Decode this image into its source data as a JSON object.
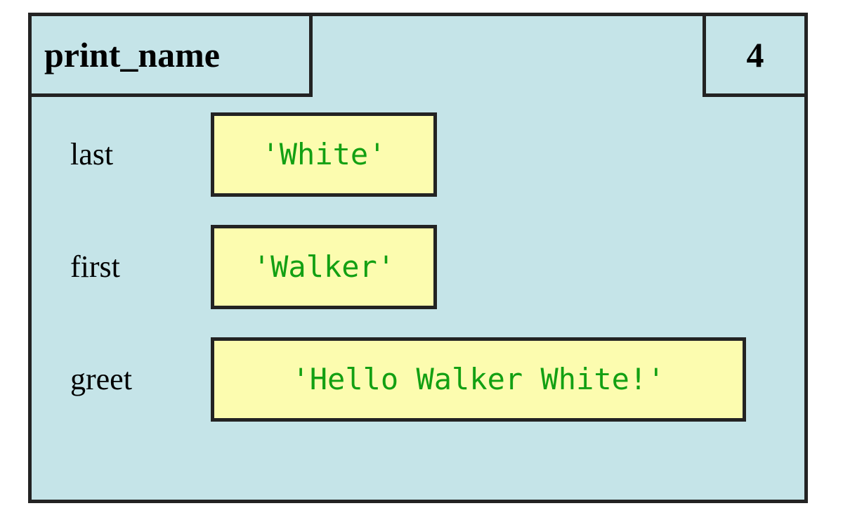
{
  "frame": {
    "title": "print_name",
    "counter": "4",
    "colors": {
      "panel_background": "#c5e4e8",
      "border": "#232323",
      "value_box_background": "#fcfcaf",
      "value_text": "#13a013",
      "label_text": "#000000"
    },
    "variables": [
      {
        "name": "last",
        "value": "'White'"
      },
      {
        "name": "first",
        "value": "'Walker'"
      },
      {
        "name": "greet",
        "value": "'Hello Walker White!'"
      }
    ]
  }
}
